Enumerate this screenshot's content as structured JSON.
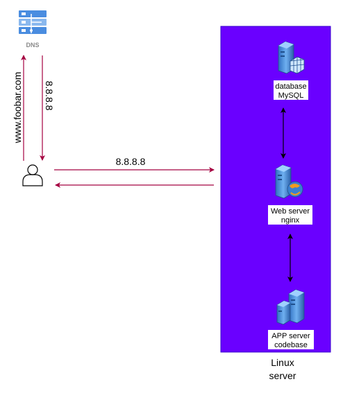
{
  "dns": {
    "label": "DNS",
    "icon": "dns-icon"
  },
  "user": {
    "icon": "user-icon"
  },
  "edges": {
    "domain_query": "www.foobar.com",
    "dns_response": "8.8.8.8",
    "request_ip": "8.8.8.8"
  },
  "server_box": {
    "label_line1": "Linux",
    "label_line2": "server",
    "fill": "#6a00ff",
    "stroke": "#3700cc"
  },
  "nodes": {
    "database": {
      "line1": "database",
      "line2": "MySQL",
      "icon": "database-server-icon"
    },
    "web": {
      "line1": "Web server",
      "line2": "nginx",
      "icon": "web-server-icon"
    },
    "app": {
      "line1": "APP server",
      "line2": "codebase",
      "icon": "app-server-icon"
    }
  },
  "colors": {
    "client_arrows": "#a50040",
    "server_icons": "#4a90e2",
    "inner_arrows": "#000000"
  }
}
